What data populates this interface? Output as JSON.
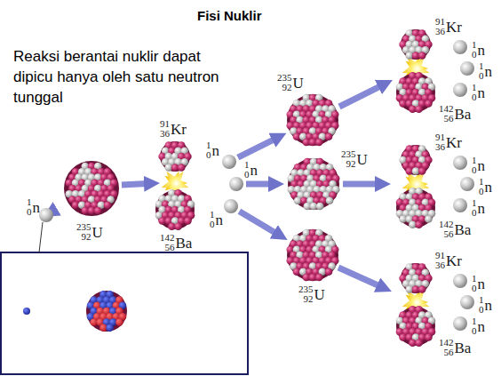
{
  "diagram": {
    "title": "Fisi Nuklir",
    "nodes": [
      {
        "text": [
          "1",
          "0",
          "n"
        ]
      },
      {
        "text": [
          "235",
          "92",
          "U"
        ]
      },
      {
        "text": [
          "91",
          "36",
          "Kr"
        ]
      },
      {
        "text": [
          "142",
          "56",
          "Ba"
        ]
      },
      {
        "text": [
          "1",
          "0",
          "n"
        ]
      },
      {
        "text": [
          "1",
          "0",
          "n"
        ]
      },
      {
        "text": [
          "1",
          "0",
          "n"
        ]
      },
      {
        "text": [
          "235",
          "92",
          "U"
        ]
      },
      {
        "text": [
          "235",
          "92",
          "U"
        ]
      },
      {
        "text": [
          "235",
          "92",
          "U"
        ]
      },
      {
        "text": [
          "91",
          "36",
          "Kr"
        ]
      },
      {
        "text": [
          "142",
          "56",
          "Ba"
        ]
      },
      {
        "text": [
          "1",
          "0",
          "n"
        ]
      },
      {
        "text": [
          "1",
          "0",
          "n"
        ]
      },
      {
        "text": [
          "1",
          "0",
          "n"
        ]
      },
      {
        "text": [
          "91",
          "36",
          "Kr"
        ]
      },
      {
        "text": [
          "142",
          "56",
          "Ba"
        ]
      },
      {
        "text": [
          "1",
          "0",
          "n"
        ]
      },
      {
        "text": [
          "1",
          "0",
          "n"
        ]
      },
      {
        "text": [
          "1",
          "0",
          "n"
        ]
      },
      {
        "text": [
          "91",
          "36",
          "Kr"
        ]
      },
      {
        "text": [
          "142",
          "56",
          "Ba"
        ]
      },
      {
        "text": [
          "1",
          "0",
          "n"
        ]
      },
      {
        "text": [
          "1",
          "0",
          "n"
        ]
      },
      {
        "text": [
          "1",
          "0",
          "n"
        ]
      }
    ],
    "edges": [
      {
        "from": 0,
        "to": 1,
        "arrow": "to"
      },
      {
        "from": 4,
        "to": 7,
        "arrow": "to"
      },
      {
        "from": 5,
        "to": 8,
        "arrow": "to"
      },
      {
        "from": 6,
        "to": 9,
        "arrow": "to"
      }
    ],
    "labels": [
      "Reaksi berantai nuklir dapat dipicu hanya oleh satu neutron tunggal"
    ]
  }
}
